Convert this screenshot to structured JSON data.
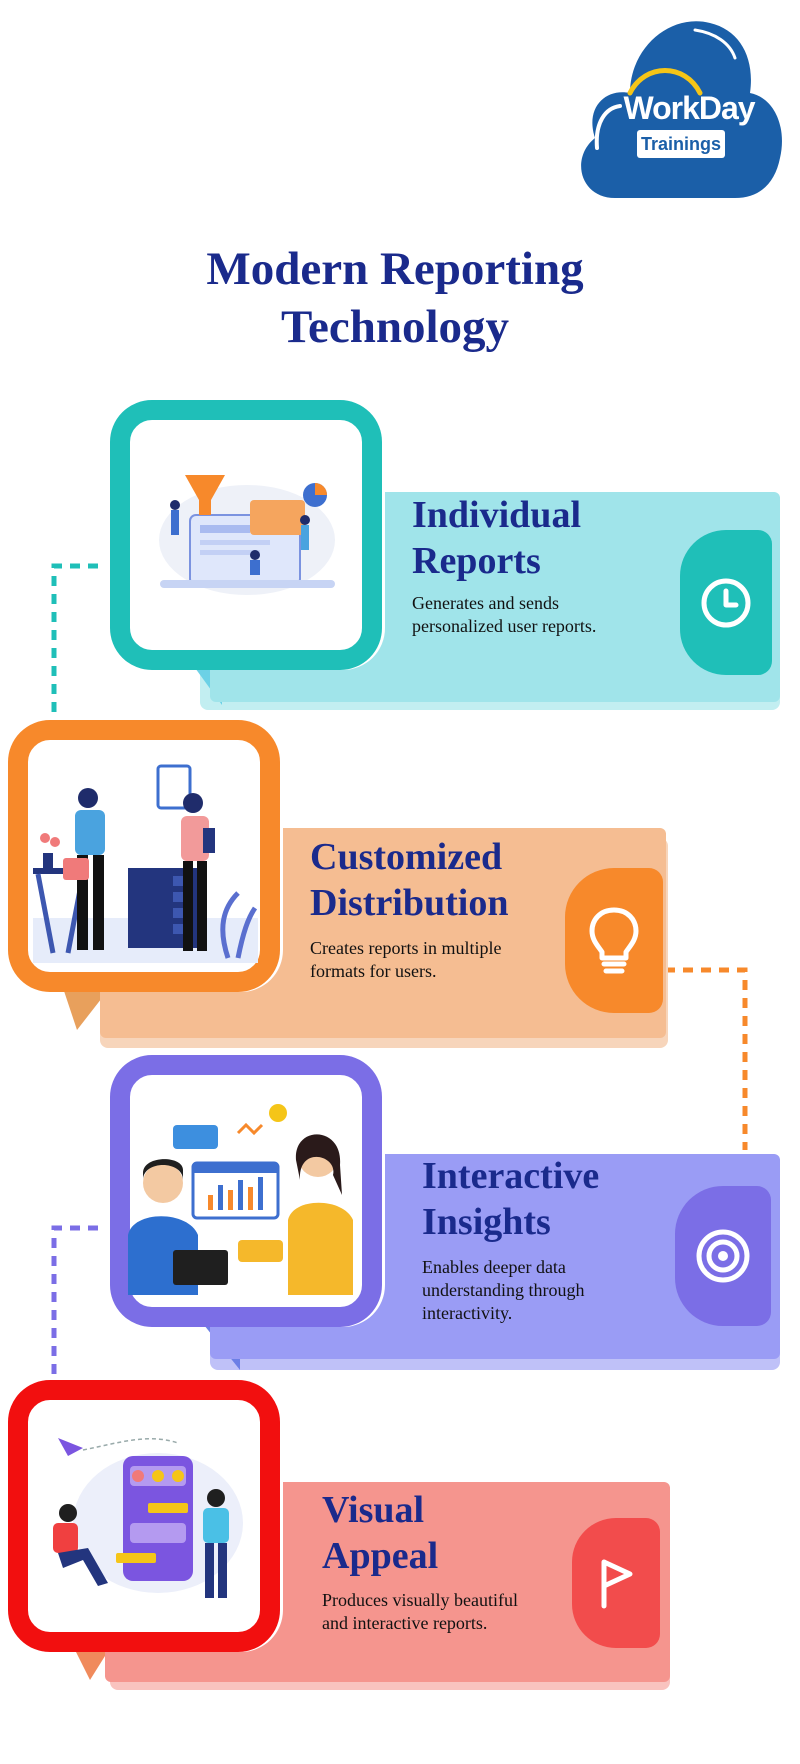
{
  "logo": {
    "line1": "WorkDay",
    "line2": "Trainings"
  },
  "title": {
    "line1": "Modern Reporting",
    "line2": "Technology"
  },
  "cards": [
    {
      "heading_line1": "Individual",
      "heading_line2": "Reports",
      "desc_line1": "Generates and sends",
      "desc_line2": "personalized user reports.",
      "desc_line3": "",
      "icon": "clock-icon",
      "color": "#1fbfb8",
      "band": "#a0e4ea"
    },
    {
      "heading_line1": "Customized",
      "heading_line2": "Distribution",
      "desc_line1": "Creates reports in multiple",
      "desc_line2": "formats for users.",
      "desc_line3": "",
      "icon": "lightbulb-icon",
      "color": "#f7892b",
      "band": "#f5bd92"
    },
    {
      "heading_line1": "Interactive",
      "heading_line2": "Insights",
      "desc_line1": "Enables deeper data",
      "desc_line2": "understanding through",
      "desc_line3": "interactivity.",
      "icon": "target-icon",
      "color": "#7b6ee6",
      "band": "#9a9cf5"
    },
    {
      "heading_line1": "Visual",
      "heading_line2": "Appeal",
      "desc_line1": "Produces visually beautiful",
      "desc_line2": "and interactive reports.",
      "desc_line3": "",
      "icon": "flag-icon",
      "color": "#f24c4c",
      "band": "#f5958e"
    }
  ]
}
